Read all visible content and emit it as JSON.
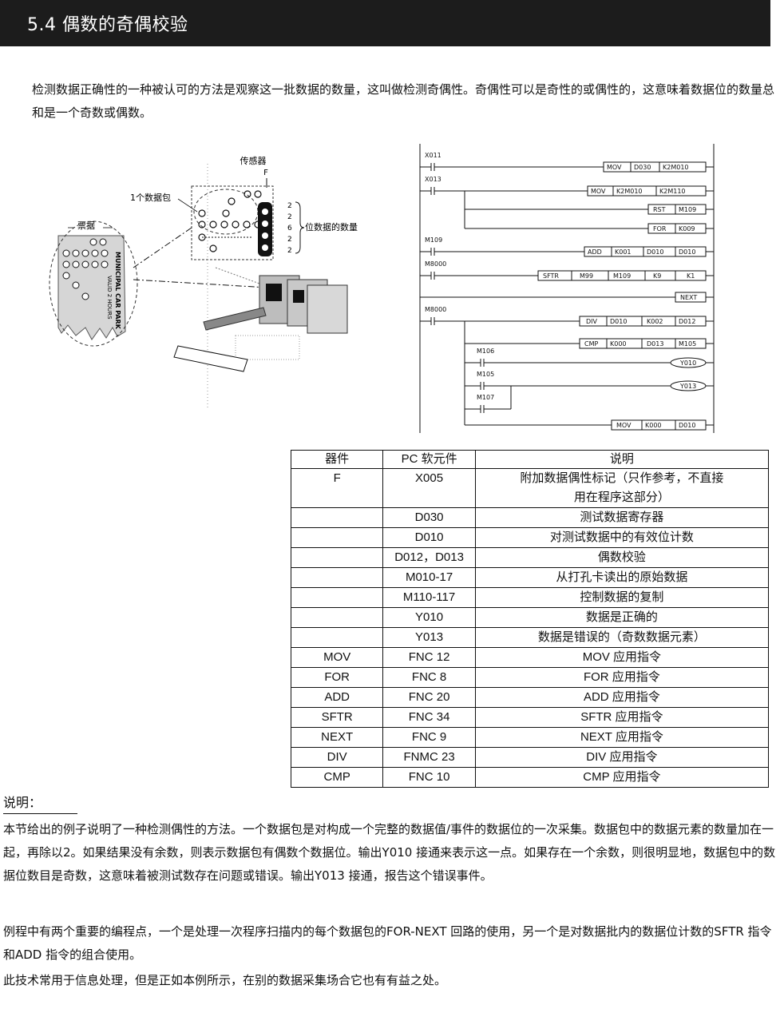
{
  "header": {
    "title": "5.4 偶数的奇偶校验"
  },
  "intro": "检测数据正确性的一种被认可的方法是观察这一批数据的数量，这叫做检测奇偶性。奇偶性可以是奇性的或偶性的，这意味着数据位的数量总和是一个奇数或偶数。",
  "illustration": {
    "sensor_label": "传感器",
    "sensor_letter": "F",
    "packet_label": "1个数据包",
    "ticket_label": "票据",
    "bitcount_label": "位数据的数量",
    "bit_counts": [
      "2",
      "2",
      "6",
      "2",
      "2"
    ],
    "card_text": "MUNICIPAL CAR PARK\nVALID 2 HOURS"
  },
  "ladder": {
    "contacts": [
      "X011",
      "X013",
      "M109",
      "M8000",
      "M8000",
      "M106",
      "M105",
      "M107"
    ],
    "instructions": [
      [
        "MOV",
        "D030",
        "K2M010"
      ],
      [
        "MOV",
        "K2M010",
        "K2M110"
      ],
      [
        "RST",
        "M109"
      ],
      [
        "FOR",
        "K009"
      ],
      [
        "ADD",
        "K001",
        "D010",
        "D010"
      ],
      [
        "SFTR",
        "M99",
        "M109",
        "K9",
        "K1"
      ],
      [
        "NEXT"
      ],
      [
        "DIV",
        "D010",
        "K002",
        "D012"
      ],
      [
        "CMP",
        "K000",
        "D013",
        "M105"
      ],
      [
        "MOV",
        "K000",
        "D010"
      ]
    ],
    "coils": [
      "Y010",
      "Y013"
    ]
  },
  "table": {
    "headers": [
      "器件",
      "PC 软元件",
      "说明"
    ],
    "rows": [
      [
        "F",
        "X005",
        "附加数据偶性标记（只作参考，不直接",
        "用在程序这部分）"
      ],
      [
        "",
        "D030",
        "测试数据寄存器"
      ],
      [
        "",
        "D010",
        "对测试数据中的有效位计数"
      ],
      [
        "",
        "D012，D013",
        "偶数校验"
      ],
      [
        "",
        "M010-17",
        "从打孔卡读出的原始数据"
      ],
      [
        "",
        "M110-117",
        "控制数据的复制"
      ],
      [
        "",
        "Y010",
        "数据是正确的"
      ],
      [
        "",
        "Y013",
        "数据是错误的（奇数数据元素）"
      ],
      [
        "MOV",
        "FNC 12",
        "MOV 应用指令"
      ],
      [
        "FOR",
        "FNC 8",
        "FOR 应用指令"
      ],
      [
        "ADD",
        "FNC 20",
        "ADD 应用指令"
      ],
      [
        "SFTR",
        "FNC 34",
        "SFTR 应用指令"
      ],
      [
        "NEXT",
        "FNC 9",
        "NEXT 应用指令"
      ],
      [
        "DIV",
        "FNMC 23",
        "DIV 应用指令"
      ],
      [
        "CMP",
        "FNC 10",
        "CMP 应用指令"
      ]
    ]
  },
  "notes": {
    "heading": "说明：",
    "p1": "本节给出的例子说明了一种检测偶性的方法。一个数据包是对构成一个完整的数据值/事件的数据位的一次采集。数据包中的数据元素的数量加在一起，再除以2。如果结果没有余数，则表示数据包有偶数个数据位。输出Y010 接通来表示这一点。如果存在一个余数，则很明显地，数据包中的数据位数目是奇数，这意味着被测试数存在问题或错误。输出Y013 接通，报告这个错误事件。",
    "p2": "例程中有两个重要的编程点，一个是处理一次程序扫描内的每个数据包的FOR-NEXT 回路的使用，另一个是对数据批内的数据位计数的SFTR 指令和ADD 指令的组合使用。",
    "p3": "此技术常用于信息处理，但是正如本例所示，在别的数据采集场合它也有有益之处。"
  }
}
